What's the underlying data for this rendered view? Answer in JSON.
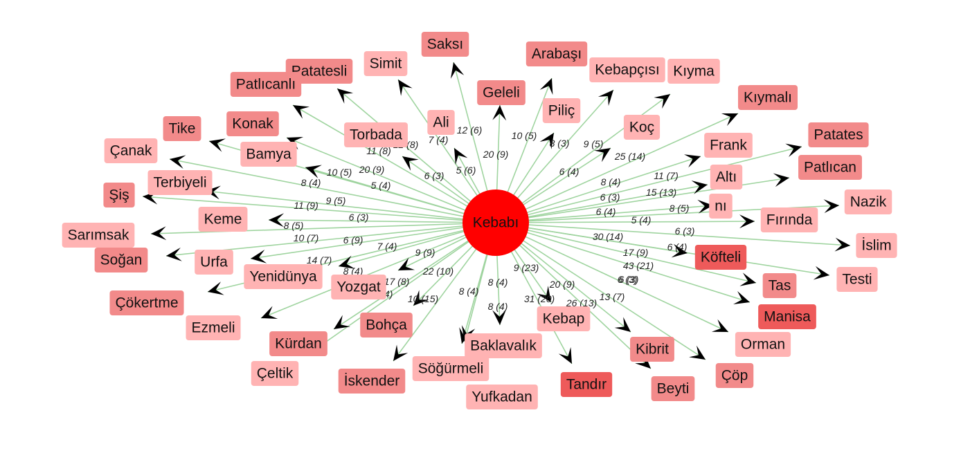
{
  "graph": {
    "center": {
      "label": "Kebabı",
      "color": "#ff0000"
    },
    "edge_color": "#9fd49f",
    "arrow_color": "#000000",
    "palette": {
      "light": "#ffb3b3",
      "mid": "#f28a8a",
      "strong": "#ee5a5a",
      "deep": "#e36a6a"
    },
    "nodes": [
      {
        "label": "Saksı",
        "shade": "mid",
        "edge_label": "12 (6)"
      },
      {
        "label": "Arabaşı",
        "shade": "mid",
        "edge_label": "10 (5)"
      },
      {
        "label": "Simit",
        "shade": "light",
        "edge_label": "7 (4)"
      },
      {
        "label": "Patatesli",
        "shade": "mid",
        "edge_label": "12 (8)"
      },
      {
        "label": "Patlıcanlı",
        "shade": "mid",
        "edge_label": "11 (8)"
      },
      {
        "label": "Kebapçısı",
        "shade": "light",
        "edge_label": "9 (5)"
      },
      {
        "label": "Kıyma",
        "shade": "light",
        "edge_label": "25 (14)"
      },
      {
        "label": "Geleli",
        "shade": "mid",
        "edge_label": "20 (9)"
      },
      {
        "label": "Piliç",
        "shade": "light",
        "edge_label": "8 (3)"
      },
      {
        "label": "Ali",
        "shade": "light",
        "edge_label": "5 (6)"
      },
      {
        "label": "Kıymalı",
        "shade": "mid",
        "edge_label": "8 (4)"
      },
      {
        "label": "Koç",
        "shade": "light",
        "edge_label": "6 (4)"
      },
      {
        "label": "Torbada",
        "shade": "light",
        "edge_label": "6 (3)"
      },
      {
        "label": "Tike",
        "shade": "mid",
        "edge_label": "10 (5)"
      },
      {
        "label": "Konak",
        "shade": "mid",
        "edge_label": "20 (9)"
      },
      {
        "label": "Patates",
        "shade": "mid",
        "edge_label": "11 (7)"
      },
      {
        "label": "Frank",
        "shade": "light",
        "edge_label": "6 (3)"
      },
      {
        "label": "Çanak",
        "shade": "light",
        "edge_label": "8 (4)"
      },
      {
        "label": "Bamya",
        "shade": "light",
        "edge_label": "5 (4)"
      },
      {
        "label": "Patlıcan",
        "shade": "mid",
        "edge_label": "15 (13)"
      },
      {
        "label": "Altı",
        "shade": "light",
        "edge_label": "6 (4)"
      },
      {
        "label": "Terbiyeli",
        "shade": "light",
        "edge_label": "9 (5)"
      },
      {
        "label": "Şiş",
        "shade": "mid",
        "edge_label": "11 (9)"
      },
      {
        "label": "Nazik",
        "shade": "light",
        "edge_label": "8 (5)"
      },
      {
        "label": "nı",
        "shade": "light",
        "edge_label": "5 (4)"
      },
      {
        "label": "Keme",
        "shade": "light",
        "edge_label": "6 (3)"
      },
      {
        "label": "Fırında",
        "shade": "light",
        "edge_label": "6 (3)"
      },
      {
        "label": "Sarımsak",
        "shade": "light",
        "edge_label": "8 (5)"
      },
      {
        "label": "İslim",
        "shade": "light",
        "edge_label": "6 (4)"
      },
      {
        "label": "Soğan",
        "shade": "mid",
        "edge_label": "10 (7)"
      },
      {
        "label": "Urfa",
        "shade": "light",
        "edge_label": "6 (9)"
      },
      {
        "label": "Köfteli",
        "shade": "strong",
        "edge_label": "30 (14)"
      },
      {
        "label": "Yenidünya",
        "shade": "light",
        "edge_label": "7 (4)"
      },
      {
        "label": "Testi",
        "shade": "light",
        "edge_label": "17 (9)"
      },
      {
        "label": "Tas",
        "shade": "mid",
        "edge_label": "43 (21)"
      },
      {
        "label": "Çökertme",
        "shade": "mid",
        "edge_label": "14 (7)"
      },
      {
        "label": "Yozgat",
        "shade": "light",
        "edge_label": "9 (9)"
      },
      {
        "label": "Manisa",
        "shade": "strong",
        "edge_label": "6 (3)"
      },
      {
        "label": "Ezmeli",
        "shade": "light",
        "edge_label": "8 (4)"
      },
      {
        "label": "Orman",
        "shade": "light",
        "edge_label": "13 (7)"
      },
      {
        "label": "Kürdan",
        "shade": "mid",
        "edge_label": "17 (8)"
      },
      {
        "label": "Bohça",
        "shade": "mid",
        "edge_label": "22 (10)"
      },
      {
        "label": "Kebap",
        "shade": "light",
        "edge_label": "20 (9)"
      },
      {
        "label": "Kibrit",
        "shade": "mid",
        "edge_label": "26 (13)"
      },
      {
        "label": "Baklavalık",
        "shade": "light",
        "edge_label": "8 (4)"
      },
      {
        "label": "Çeltik",
        "shade": "light",
        "edge_label": "8 (4)"
      },
      {
        "label": "Çöp",
        "shade": "mid",
        "edge_label": "6 (3)"
      },
      {
        "label": "Beyti",
        "shade": "mid",
        "edge_label": "31 (20)"
      },
      {
        "label": "İskender",
        "shade": "mid",
        "edge_label": "10 (15)"
      },
      {
        "label": "Söğürmeli",
        "shade": "light",
        "edge_label": "8 (4)"
      },
      {
        "label": "Tandır",
        "shade": "strong",
        "edge_label": "9 (23)"
      },
      {
        "label": "Yufkadan",
        "shade": "light",
        "edge_label": "8 (4)"
      }
    ]
  }
}
